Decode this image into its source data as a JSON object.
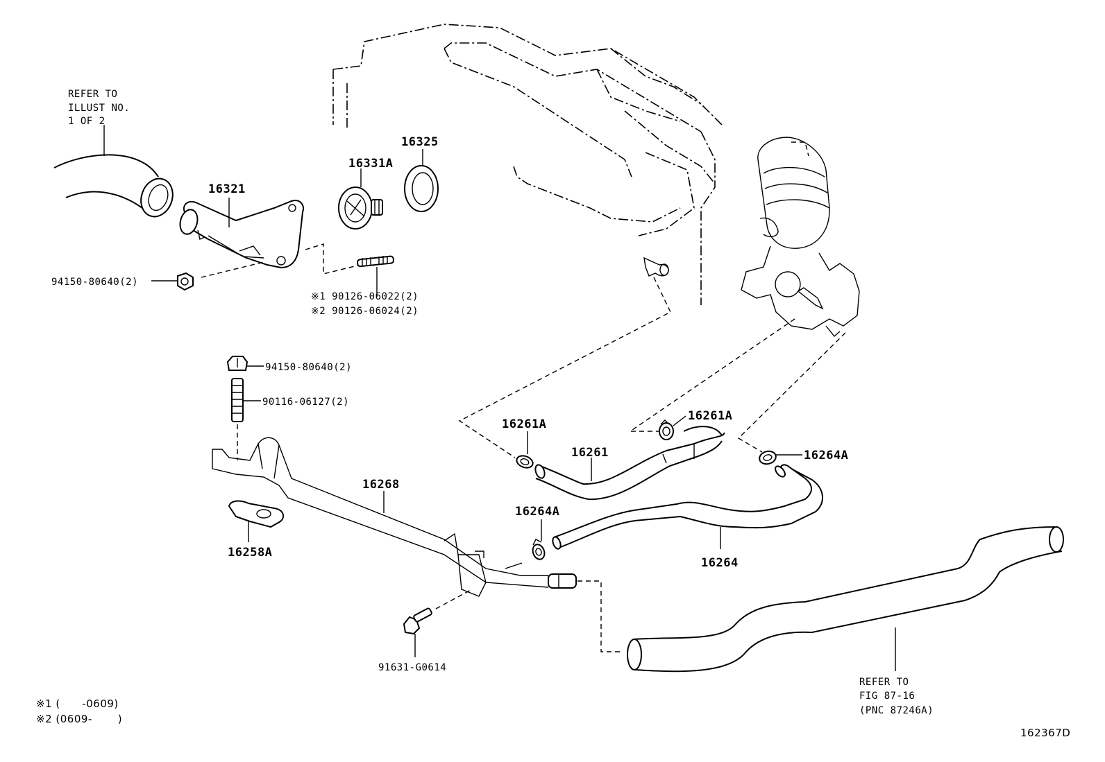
{
  "diagram_id": "162367D",
  "refer_top": {
    "line1": "REFER TO",
    "line2": "ILLUST NO.",
    "line3": "1 OF 2"
  },
  "refer_bottom": {
    "line1": "REFER TO",
    "line2": "FIG 87-16",
    "line3": "(PNC 87246A)"
  },
  "labels": {
    "p16321": "16321",
    "p16331A": "16331A",
    "p16325": "16325",
    "nut_top": "94150-80640(2)",
    "stud_1": "※1  90126-06022(2)",
    "stud_2": "※2  90126-06024(2)",
    "nut_mid": "94150-80640(2)",
    "stud_mid": "90116-06127(2)",
    "p16258A": "16258A",
    "p16268": "16268",
    "bolt": "91631-G0614",
    "clamp_a": "16261A",
    "clamp_b": "16261A",
    "p16261": "16261",
    "clamp_c": "16264A",
    "clamp_d": "16264A",
    "p16264": "16264"
  },
  "notes": {
    "n1": "※1 (      -0609)",
    "n2": "※2 (0609-       )"
  }
}
